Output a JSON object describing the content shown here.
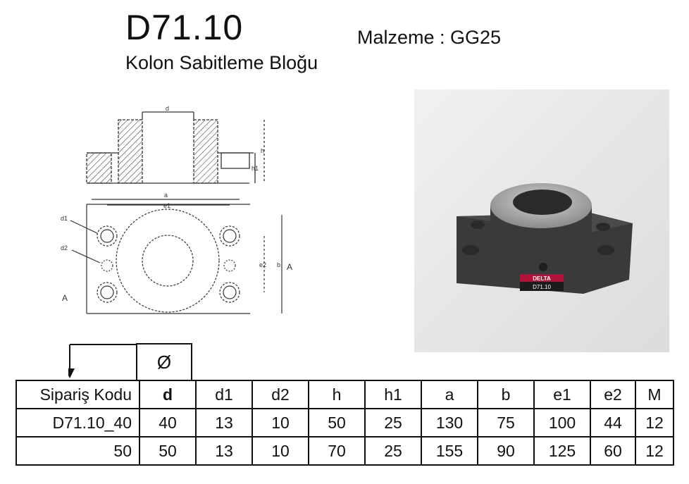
{
  "header": {
    "code": "D71.10",
    "subtitle": "Kolon Sabitleme Bloğu",
    "material": "Malzeme : GG25"
  },
  "drawing": {
    "labels": {
      "d": "d",
      "h": "h",
      "h1": "h1",
      "a": "a",
      "e1": "e1",
      "d1": "d1",
      "d2": "d2",
      "e2": "e2",
      "b": "b",
      "A_left": "A",
      "A_right": "A"
    }
  },
  "photo": {
    "badge_brand": "DELTA",
    "badge_code": "D71.10"
  },
  "table": {
    "diameter_symbol": "Ø",
    "headers": [
      "Sipariş Kodu",
      "d",
      "d1",
      "d2",
      "h",
      "h1",
      "a",
      "b",
      "e1",
      "e2",
      "M"
    ],
    "rows": [
      [
        "D71.10_40",
        "40",
        "13",
        "10",
        "50",
        "25",
        "130",
        "75",
        "100",
        "44",
        "12"
      ],
      [
        "50",
        "50",
        "13",
        "10",
        "70",
        "25",
        "155",
        "90",
        "125",
        "60",
        "12"
      ]
    ]
  },
  "colors": {
    "text": "#111111",
    "badge_red": "#b0123a",
    "part_dark": "#3a3a3c"
  }
}
